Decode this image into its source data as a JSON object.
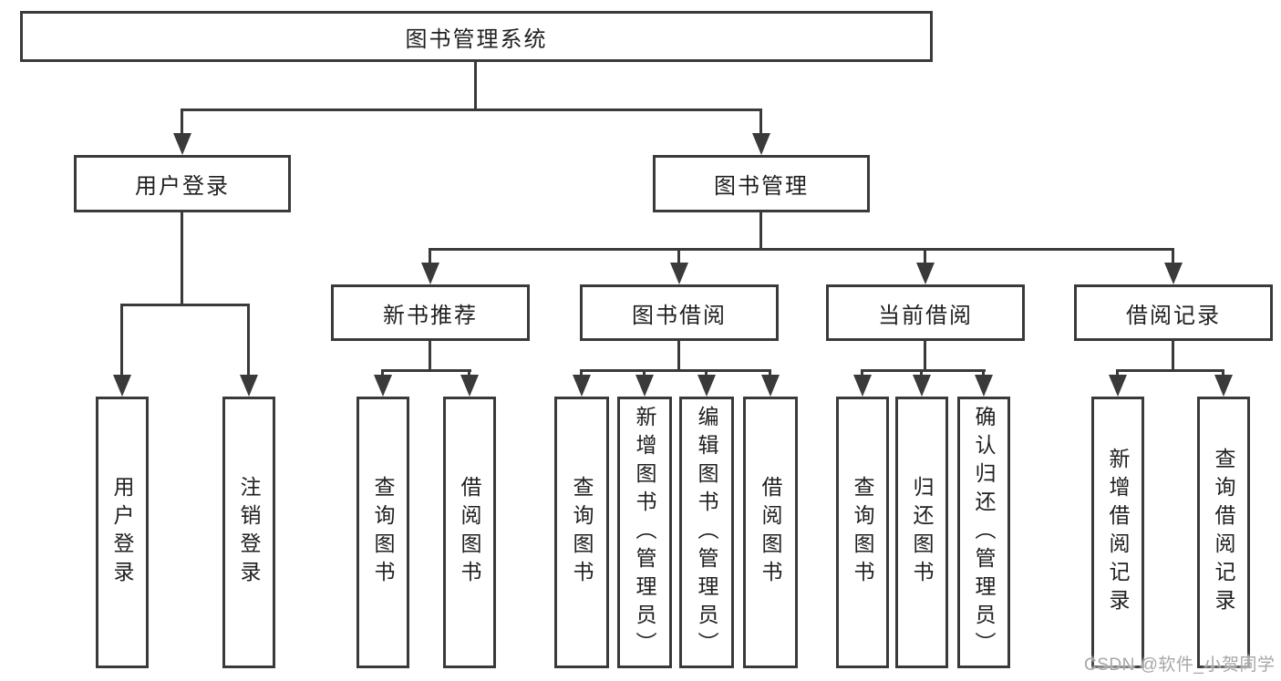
{
  "diagram_type": "hierarchy-tree",
  "colors": {
    "line": "#3a3a3a",
    "text": "#1f1f1f",
    "background": "#ffffff",
    "watermark": "#a7a7a7"
  },
  "tree": {
    "label": "图书管理系统",
    "children": [
      {
        "label": "用户登录",
        "children": [
          {
            "label": "用户登录"
          },
          {
            "label": "注销登录"
          }
        ]
      },
      {
        "label": "图书管理",
        "children": [
          {
            "label": "新书推荐",
            "children": [
              {
                "label": "查询图书"
              },
              {
                "label": "借阅图书"
              }
            ]
          },
          {
            "label": "图书借阅",
            "children": [
              {
                "label": "查询图书"
              },
              {
                "label": "新增图书（管理员）"
              },
              {
                "label": "编辑图书（管理员）"
              },
              {
                "label": "借阅图书"
              }
            ]
          },
          {
            "label": "当前借阅",
            "children": [
              {
                "label": "查询图书"
              },
              {
                "label": "归还图书"
              },
              {
                "label": "确认归还（管理员）"
              }
            ]
          },
          {
            "label": "借阅记录",
            "children": [
              {
                "label": "新增借阅记录"
              },
              {
                "label": "查询借阅记录"
              }
            ]
          }
        ]
      }
    ]
  },
  "watermark": "CSDN @软件_小贺同学"
}
